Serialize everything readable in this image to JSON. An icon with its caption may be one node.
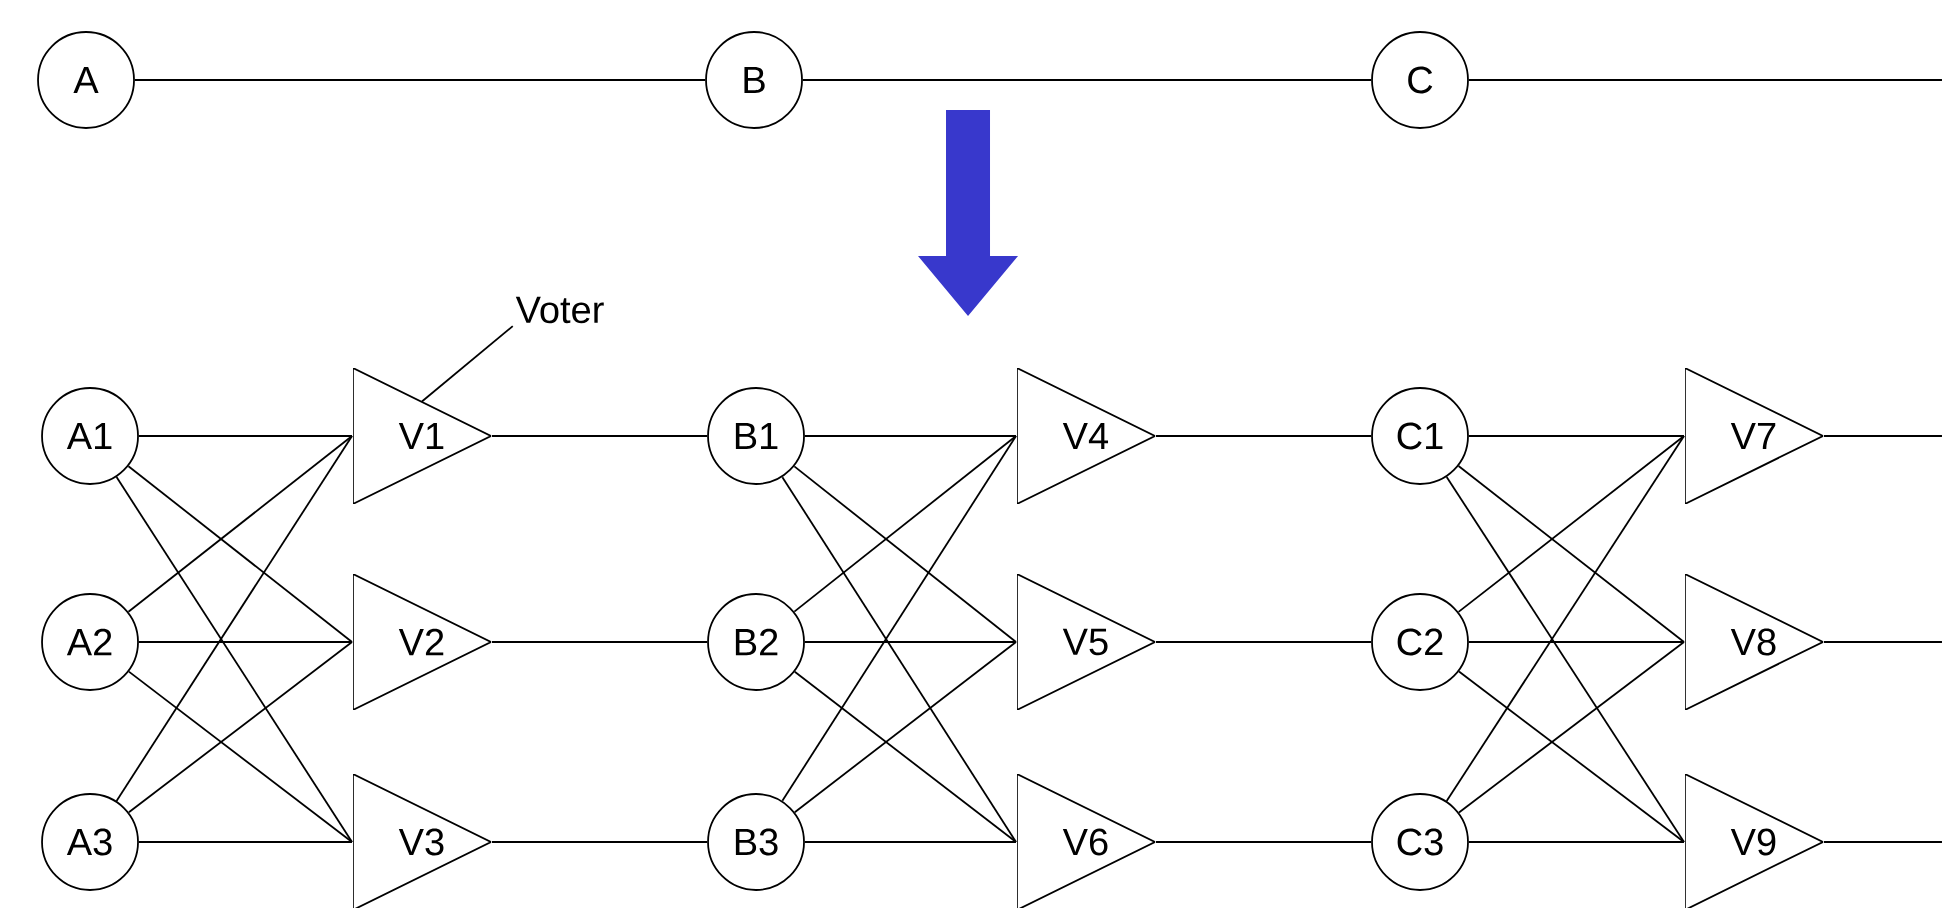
{
  "diagram": {
    "nodes": [
      {
        "text": [
          "A"
        ]
      },
      {
        "text": [
          "B"
        ]
      },
      {
        "text": [
          "C"
        ]
      },
      {
        "text": [
          "Voter"
        ]
      },
      {
        "text": [
          "A1"
        ]
      },
      {
        "text": [
          "A2"
        ]
      },
      {
        "text": [
          "A3"
        ]
      },
      {
        "text": [
          "V1"
        ]
      },
      {
        "text": [
          "V2"
        ]
      },
      {
        "text": [
          "V3"
        ]
      },
      {
        "text": [
          "B1"
        ]
      },
      {
        "text": [
          "B2"
        ]
      },
      {
        "text": [
          "B3"
        ]
      },
      {
        "text": [
          "V4"
        ]
      },
      {
        "text": [
          "V5"
        ]
      },
      {
        "text": [
          "V6"
        ]
      },
      {
        "text": [
          "C1"
        ]
      },
      {
        "text": [
          "C2"
        ]
      },
      {
        "text": [
          "C3"
        ]
      },
      {
        "text": [
          "V7"
        ]
      },
      {
        "text": [
          "V8"
        ]
      },
      {
        "text": [
          "V9"
        ]
      }
    ],
    "edges": [
      {
        "from": 0,
        "to": 1,
        "arrow": "none"
      },
      {
        "from": 1,
        "to": 2,
        "arrow": "none"
      },
      {
        "from": 2,
        "to": null,
        "arrow": "none"
      },
      {
        "from": 3,
        "to": 7,
        "arrow": "none"
      },
      {
        "from": 4,
        "to": 7,
        "arrow": "none"
      },
      {
        "from": 4,
        "to": 8,
        "arrow": "none"
      },
      {
        "from": 4,
        "to": 9,
        "arrow": "none"
      },
      {
        "from": 5,
        "to": 7,
        "arrow": "none"
      },
      {
        "from": 5,
        "to": 8,
        "arrow": "none"
      },
      {
        "from": 5,
        "to": 9,
        "arrow": "none"
      },
      {
        "from": 6,
        "to": 7,
        "arrow": "none"
      },
      {
        "from": 6,
        "to": 8,
        "arrow": "none"
      },
      {
        "from": 6,
        "to": 9,
        "arrow": "none"
      },
      {
        "from": 7,
        "to": 10,
        "arrow": "none"
      },
      {
        "from": 8,
        "to": 11,
        "arrow": "none"
      },
      {
        "from": 9,
        "to": 12,
        "arrow": "none"
      },
      {
        "from": 10,
        "to": 13,
        "arrow": "none"
      },
      {
        "from": 10,
        "to": 14,
        "arrow": "none"
      },
      {
        "from": 10,
        "to": 15,
        "arrow": "none"
      },
      {
        "from": 11,
        "to": 13,
        "arrow": "none"
      },
      {
        "from": 11,
        "to": 14,
        "arrow": "none"
      },
      {
        "from": 11,
        "to": 15,
        "arrow": "none"
      },
      {
        "from": 12,
        "to": 13,
        "arrow": "none"
      },
      {
        "from": 12,
        "to": 14,
        "arrow": "none"
      },
      {
        "from": 12,
        "to": 15,
        "arrow": "none"
      },
      {
        "from": 13,
        "to": 16,
        "arrow": "none"
      },
      {
        "from": 14,
        "to": 17,
        "arrow": "none"
      },
      {
        "from": 15,
        "to": 18,
        "arrow": "none"
      },
      {
        "from": 16,
        "to": 19,
        "arrow": "none"
      },
      {
        "from": 16,
        "to": 20,
        "arrow": "none"
      },
      {
        "from": 16,
        "to": 21,
        "arrow": "none"
      },
      {
        "from": 17,
        "to": 19,
        "arrow": "none"
      },
      {
        "from": 17,
        "to": 20,
        "arrow": "none"
      },
      {
        "from": 17,
        "to": 21,
        "arrow": "none"
      },
      {
        "from": 18,
        "to": 19,
        "arrow": "none"
      },
      {
        "from": 18,
        "to": 20,
        "arrow": "none"
      },
      {
        "from": 18,
        "to": 21,
        "arrow": "none"
      },
      {
        "from": 19,
        "to": null,
        "arrow": "none"
      },
      {
        "from": 20,
        "to": null,
        "arrow": "none"
      },
      {
        "from": 21,
        "to": null,
        "arrow": "none"
      }
    ]
  }
}
